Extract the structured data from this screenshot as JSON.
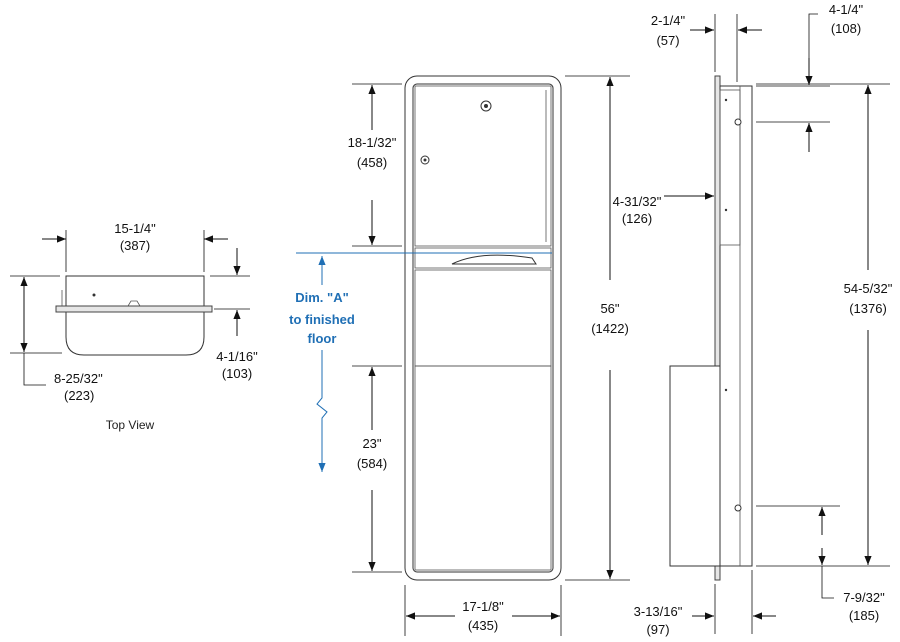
{
  "top_view": {
    "caption": "Top View",
    "width": {
      "imperial": "15-1/4\"",
      "metric": "(387)"
    },
    "depth": {
      "imperial": "8-25/32\"",
      "metric": "(223)"
    },
    "flange": {
      "imperial": "4-1/16\"",
      "metric": "(103)"
    }
  },
  "front_view": {
    "upper_door": {
      "imperial": "18-1/32\"",
      "metric": "(458)"
    },
    "lower_door": {
      "imperial": "23\"",
      "metric": "(584)"
    },
    "overall_height": {
      "imperial": "56\"",
      "metric": "(1422)"
    },
    "overall_width": {
      "imperial": "17-1/8\"",
      "metric": "(435)"
    },
    "mounting_note": {
      "line1": "Dim. \"A\"",
      "line2": "to finished",
      "line3": "floor"
    }
  },
  "side_view": {
    "top_offset": {
      "imperial": "2-1/4\"",
      "metric": "(57)"
    },
    "top_screw": {
      "imperial": "4-1/4\"",
      "metric": "(108)"
    },
    "upper_depth": {
      "imperial": "4-31/32\"",
      "metric": "(126)"
    },
    "screw_span": {
      "imperial": "54-5/32\"",
      "metric": "(1376)"
    },
    "bottom_depth": {
      "imperial": "3-13/16\"",
      "metric": "(97)"
    },
    "bottom_screw": {
      "imperial": "7-9/32\"",
      "metric": "(185)"
    }
  },
  "colors": {
    "line": "#111111",
    "accent": "#1f6fb5",
    "fill": "#e6e6e6"
  }
}
